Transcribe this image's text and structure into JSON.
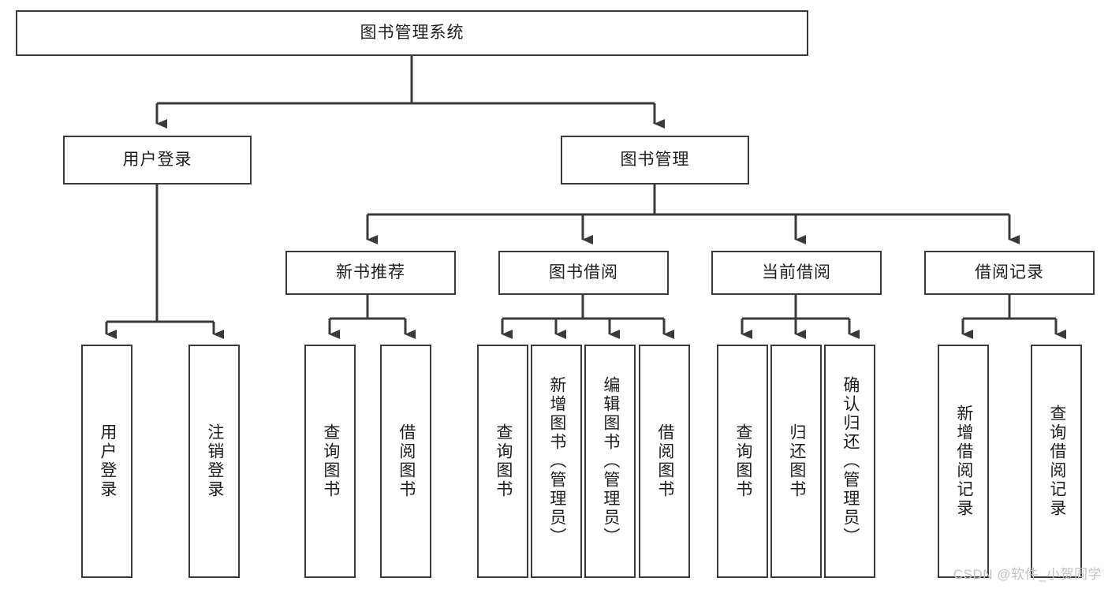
{
  "diagram": {
    "title": "图书管理系统",
    "type": "tree-hierarchy",
    "watermark": "CSDN @软件_小贺同学",
    "colors": {
      "box_border": "#3a3a3a",
      "box_fill": "#ffffff",
      "connector": "#3a3a3a",
      "text": "#1d1d1d",
      "watermark": "#c2c2c2"
    },
    "root": {
      "label": "图书管理系统"
    },
    "level2": [
      {
        "id": "user-login",
        "label": "用户登录"
      },
      {
        "id": "book-management",
        "label": "图书管理"
      }
    ],
    "level3": [
      {
        "id": "new-book-recommend",
        "label": "新书推荐"
      },
      {
        "id": "book-borrow",
        "label": "图书借阅"
      },
      {
        "id": "current-borrow",
        "label": "当前借阅"
      },
      {
        "id": "borrow-record",
        "label": "借阅记录"
      }
    ],
    "leaves": {
      "user_login": [
        {
          "id": "leaf-user-login",
          "label": "用户登录"
        },
        {
          "id": "leaf-logout-login",
          "label": "注销登录"
        }
      ],
      "new_book_recommend": [
        {
          "id": "leaf-query-book-1",
          "label": "查询图书"
        },
        {
          "id": "leaf-borrow-book-1",
          "label": "借阅图书"
        }
      ],
      "book_borrow": [
        {
          "id": "leaf-query-book-2",
          "label": "查询图书"
        },
        {
          "id": "leaf-add-book",
          "label": "新增图书（管理员）"
        },
        {
          "id": "leaf-edit-book",
          "label": "编辑图书（管理员）"
        },
        {
          "id": "leaf-borrow-book-2",
          "label": "借阅图书"
        }
      ],
      "current_borrow": [
        {
          "id": "leaf-query-book-3",
          "label": "查询图书"
        },
        {
          "id": "leaf-return-book",
          "label": "归还图书"
        },
        {
          "id": "leaf-confirm-return",
          "label": "确认归还（管理员）"
        }
      ],
      "borrow_record": [
        {
          "id": "leaf-add-record",
          "label": "新增借阅记录"
        },
        {
          "id": "leaf-query-record",
          "label": "查询借阅记录"
        }
      ]
    }
  }
}
